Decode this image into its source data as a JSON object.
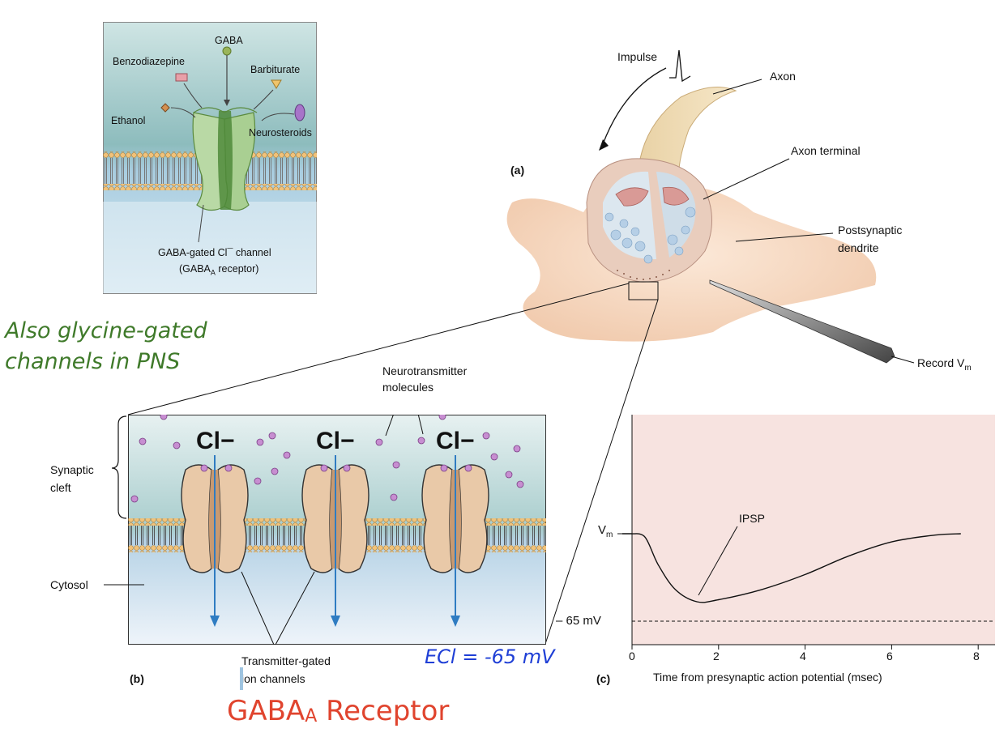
{
  "inset": {
    "gaba": "GABA",
    "benzodiazepine": "Benzodiazepine",
    "barbiturate": "Barbiturate",
    "ethanol": "Ethanol",
    "neurosteroids": "Neurosteroids",
    "channel_line1": "GABA-gated Cl¯ channel",
    "channel_line2_pre": "(GABA",
    "channel_line2_sub": "A",
    "channel_line2_post": " receptor)"
  },
  "note_line1": "Also glycine-gated",
  "note_line2": "channels in PNS",
  "panel_a": {
    "tag": "(a)",
    "impulse": "Impulse",
    "axon": "Axon",
    "axon_terminal": "Axon terminal",
    "postsynaptic_1": "Postsynaptic",
    "postsynaptic_2": "dendrite",
    "record_pre": "Record V",
    "record_sub": "m"
  },
  "panel_b": {
    "tag": "(b)",
    "neurotransmitter_1": "Neurotransmitter",
    "neurotransmitter_2": "molecules",
    "synaptic_1": "Synaptic",
    "synaptic_2": "cleft",
    "cytosol": "Cytosol",
    "ion": "Cl−",
    "transmitter_1": "Transmitter-gated",
    "transmitter_2": "ion channels"
  },
  "ecl_label": "ECl = -65 mV",
  "title_pre": "GABA",
  "title_sub": "A",
  "title_post": " Receptor",
  "panel_c": {
    "tag": "(c)",
    "vm_pre": "V",
    "vm_sub": "m",
    "ipsp": "IPSP",
    "minus65": "– 65 mV",
    "xlabel": "Time from presynaptic action potential (msec)",
    "xticks": [
      "0",
      "2",
      "4",
      "6",
      "8"
    ]
  },
  "chart_data": {
    "type": "line",
    "xlabel": "Time from presynaptic action potential (msec)",
    "ylabel": "Vm",
    "xlim": [
      0,
      8.4
    ],
    "x_ticks": [
      0,
      2,
      4,
      6,
      8
    ],
    "reference_line": "-65 mV",
    "annotation": "IPSP",
    "series": [
      {
        "x": [
          0,
          0.3,
          0.6,
          1.0,
          1.5,
          2.0,
          3.0,
          4.0,
          5.0,
          6.0,
          7.0,
          7.6
        ],
        "y": [
          0,
          -0.05,
          -0.45,
          -0.82,
          -1.0,
          -0.97,
          -0.82,
          -0.6,
          -0.33,
          -0.12,
          -0.02,
          0
        ]
      }
    ],
    "colors": {
      "background": "#f7e3e0",
      "line": "#111111"
    }
  }
}
